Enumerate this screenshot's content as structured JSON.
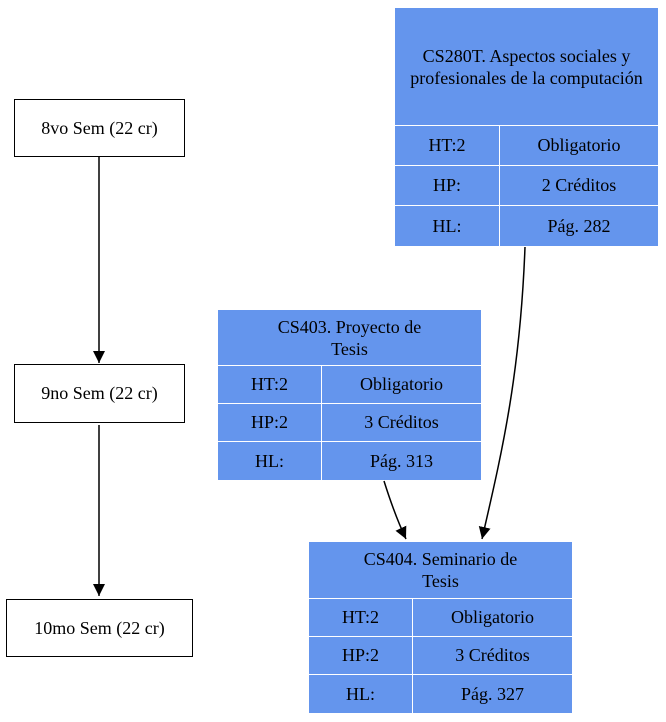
{
  "semesters": [
    "8vo Sem (22 cr)",
    "9no Sem (22 cr)",
    "10mo Sem (22 cr)"
  ],
  "courses": {
    "cs280t": {
      "title": "CS280T. Aspectos sociales y profesionales de la computación",
      "ht": "HT:2",
      "type": "Obligatorio",
      "hp": "HP:",
      "credits": "2 Créditos",
      "hl": "HL:",
      "page": "Pág. 282"
    },
    "cs403": {
      "title": "CS403. Proyecto de Tesis",
      "ht": "HT:2",
      "type": "Obligatorio",
      "hp": "HP:2",
      "credits": "3 Créditos",
      "hl": "HL:",
      "page": "Pág. 313"
    },
    "cs404": {
      "title": "CS404. Seminario de Tesis",
      "ht": "HT:2",
      "type": "Obligatorio",
      "hp": "HP:2",
      "credits": "3 Créditos",
      "hl": "HL:",
      "page": "Pág. 327"
    }
  },
  "edges": [
    {
      "from": "8vo Sem (22 cr)",
      "to": "9no Sem (22 cr)"
    },
    {
      "from": "9no Sem (22 cr)",
      "to": "10mo Sem (22 cr)"
    },
    {
      "from": "CS280T",
      "to": "CS404"
    },
    {
      "from": "CS403",
      "to": "CS404"
    }
  ],
  "colors": {
    "course_fill": "#6495ed",
    "cell_border": "#ffffff",
    "edge": "#000000"
  }
}
